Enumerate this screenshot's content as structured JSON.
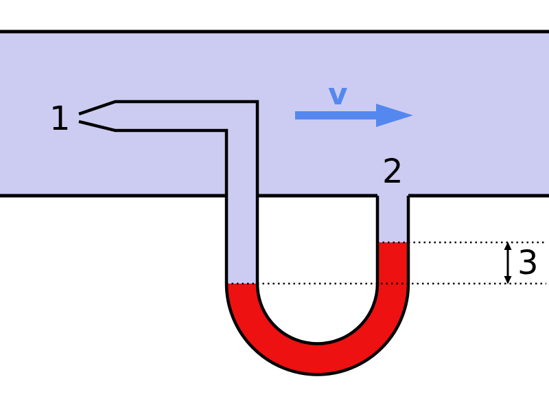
{
  "diagram": {
    "type": "pitot-tube-with-u-tube-manometer",
    "labels": {
      "stagnation_port": "1",
      "static_port": "2",
      "height_difference": "3",
      "velocity": "v"
    },
    "colors": {
      "fluid": "#ccccf2",
      "manometer_fluid": "#ee1111",
      "velocity_arrow": "#5588ee",
      "outline": "#000000"
    }
  }
}
